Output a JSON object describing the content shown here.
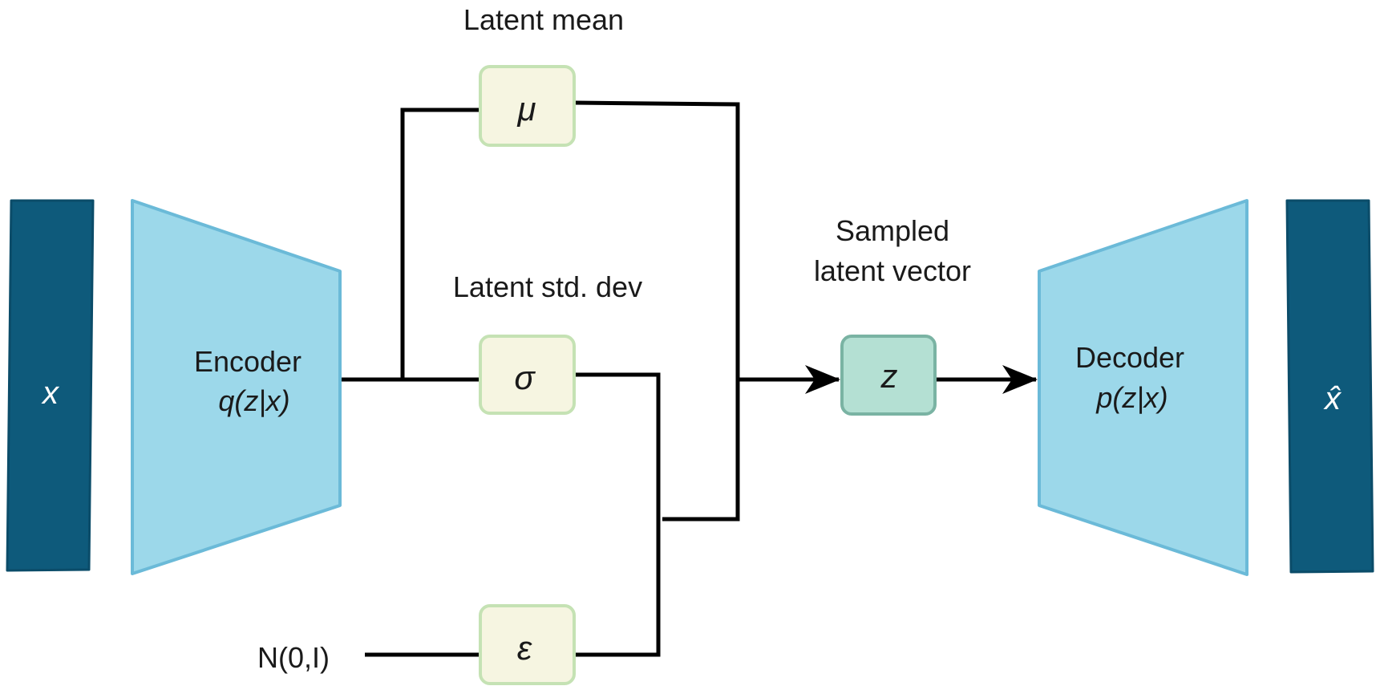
{
  "colors": {
    "io_bar": "#0e5a7b",
    "io_bar_stroke": "#0b4c69",
    "trapezoid_fill": "#9cd8ea",
    "trapezoid_stroke": "#6bbad8",
    "param_box_fill": "#f6f5e1",
    "param_box_stroke": "#c5e2b4",
    "z_box_fill": "#b4e0d3",
    "z_box_stroke": "#7ab3a3",
    "arrow": "#000000",
    "text": "#1a1a1a",
    "io_text": "#ffffff"
  },
  "input": {
    "label": "x",
    "icon": "input-bar"
  },
  "output": {
    "label": "x̂",
    "icon": "output-bar"
  },
  "encoder": {
    "title": "Encoder",
    "formula": "q(z|x)"
  },
  "decoder": {
    "title": "Decoder",
    "formula": "p(z|x)"
  },
  "latent_mean": {
    "caption": "Latent mean",
    "symbol": "μ"
  },
  "latent_std": {
    "caption": "Latent std. dev",
    "symbol": "σ"
  },
  "noise": {
    "symbol": "ε",
    "source": "N(0,I)"
  },
  "sampled": {
    "caption_line1": "Sampled",
    "caption_line2": "latent vector",
    "symbol": "z"
  }
}
